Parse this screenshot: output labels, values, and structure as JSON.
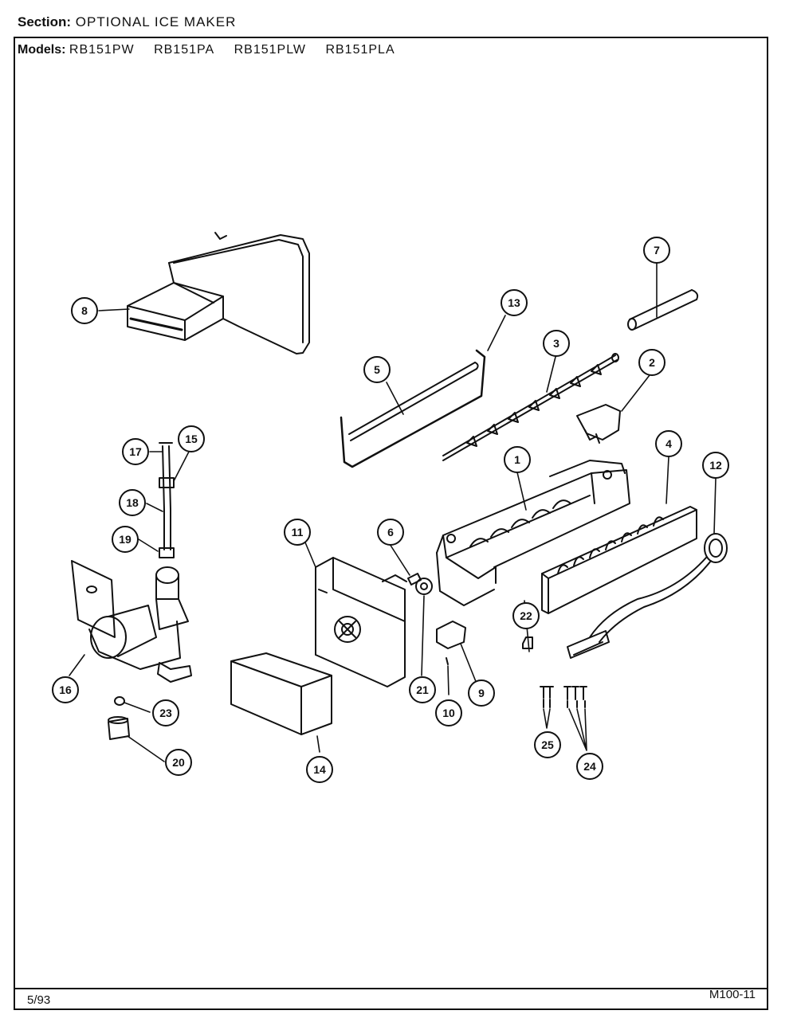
{
  "header": {
    "section_label": "Section:",
    "section_value": "OPTIONAL ICE MAKER",
    "models_label": "Models:",
    "models": [
      "RB151PW",
      "RB151PA",
      "RB151PLW",
      "RB151PLA"
    ]
  },
  "footer": {
    "date": "5/93",
    "page_code": "M100-11"
  },
  "callouts": [
    "1",
    "2",
    "3",
    "4",
    "5",
    "6",
    "7",
    "8",
    "9",
    "10",
    "11",
    "12",
    "13",
    "14",
    "15",
    "16",
    "17",
    "18",
    "19",
    "20",
    "21",
    "22",
    "23",
    "24",
    "25"
  ]
}
